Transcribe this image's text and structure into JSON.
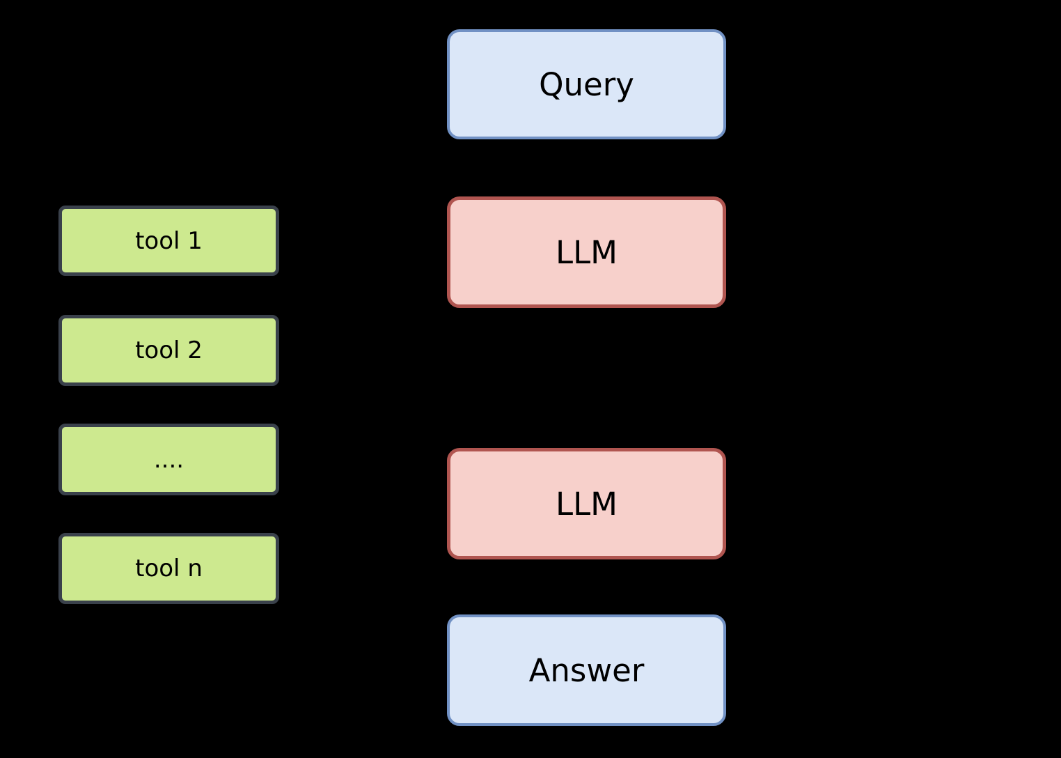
{
  "nodes": {
    "query": {
      "label": "Query"
    },
    "llm_top": {
      "label": "LLM"
    },
    "llm_bottom": {
      "label": "LLM"
    },
    "answer": {
      "label": "Answer"
    },
    "tool_1": {
      "label": "tool 1"
    },
    "tool_2": {
      "label": "tool 2"
    },
    "tool_dots": {
      "label": "...."
    },
    "tool_n": {
      "label": "tool n"
    }
  },
  "colors": {
    "background": "#000000",
    "text": "#000000",
    "io_fill": "#dbe7f8",
    "io_border": "#7191c4",
    "llm_fill": "#f7d0cb",
    "llm_border": "#b05550",
    "tool_fill": "#cde98f",
    "tool_border": "#3a414b"
  }
}
